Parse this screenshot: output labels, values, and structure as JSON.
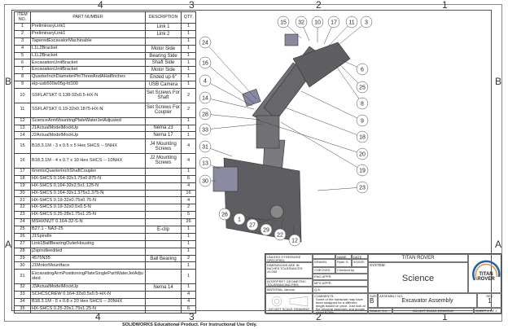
{
  "zones": {
    "top": [
      "4",
      "3",
      "2",
      "1"
    ],
    "bottom": [
      "4",
      "3",
      "2",
      "1"
    ],
    "left": [
      "B",
      "A"
    ],
    "right": [
      "B",
      "A"
    ]
  },
  "bom": {
    "headers": [
      "ITEM NO.",
      "PART NUMBER",
      "DESCRIPTION",
      "QTY."
    ],
    "rows": [
      [
        "1",
        "PreliminaryLink1",
        "Link 1",
        "1"
      ],
      [
        "2",
        "PreliminaryLink1",
        "Link 2",
        "1"
      ],
      [
        "3",
        "TaperedExcavatorMachinable",
        "",
        "1"
      ],
      [
        "4",
        "L1L2Bracket",
        "Motor Side",
        "1"
      ],
      [
        "5",
        "L1L2Bracket",
        "Bearing Side",
        "1"
      ],
      [
        "6",
        "ExcavationUnitBracket",
        "Shaft Side",
        "1"
      ],
      [
        "7",
        "ExcavationUnitBracket",
        "Motor Side",
        "1"
      ],
      [
        "8",
        "QuarterInchDiameterPinThreeAndAHalfInches",
        "Ended up 6\"",
        "1"
      ],
      [
        "9",
        "elp-usb500w05g-fd100",
        "USB Camera",
        "1"
      ],
      [
        "10",
        "SSFLATSKT 0.138-32x0.5-HX-N",
        "Set Screws For Shaft",
        "2"
      ],
      [
        "11",
        "SSFLATSKT 0.19-32x0.1875-HX-N",
        "Set Screws For Coupler",
        "2"
      ],
      [
        "12",
        "ScienceArmMountingPlateWaterJetAdjusted",
        "",
        "1"
      ],
      [
        "13",
        "J1ActualModelMockUp",
        "Nema 23",
        "1"
      ],
      [
        "14",
        "J2ActualModelMockUp",
        "Nema 17",
        "1"
      ],
      [
        "15",
        "B18.3.1M - 3 x 0.5 x 5 Hex SHCS -- 5NHX",
        "J4 Mounting Screws",
        "4"
      ],
      [
        "16",
        "B18.3.1M - 4 x 0.7 x 10 Hex SHCS -- 10NHX",
        "J2 Mounting Screws",
        "4"
      ],
      [
        "17",
        "6mmtoQuarterInchShaftCoupler",
        "",
        "1"
      ],
      [
        "18",
        "HX-SHCS 0.164-32x1.75x0.875-N",
        "",
        "6"
      ],
      [
        "19",
        "HX-SHCS 0.164-32x2.5x1.125-N",
        "",
        "4"
      ],
      [
        "20",
        "HX-SHCS 0.164-32x1.375x1.375-N",
        "",
        "16"
      ],
      [
        "21",
        "HX-SHCS 0.19-32x0.75x0.75-N",
        "",
        "4"
      ],
      [
        "22",
        "HX-SHCS 0.19-32x0.5x0.5-N",
        "",
        "2"
      ],
      [
        "23",
        "HX-SHCS 0.25-28x1.75x1.25-N",
        "",
        "5"
      ],
      [
        "24",
        "MSHXNUT 0.164-32-S-N",
        "",
        "26"
      ],
      [
        "25",
        "B27.1 - NA3-25",
        "E-clip",
        "1"
      ],
      [
        "26",
        "J1Spindle",
        "",
        "1"
      ],
      [
        "27",
        "Link1BallBearingOuterHousing",
        "",
        "1"
      ],
      [
        "28",
        "j2spindleedited",
        "",
        "1"
      ],
      [
        "29",
        "4575N35",
        "Ball Bearing",
        "2"
      ],
      [
        "30",
        "J1MotorMountface",
        "",
        "1"
      ],
      [
        "31",
        "ExcavatingArmPositioningPlateSinglePartWaterJetAdjusted",
        "",
        "1"
      ],
      [
        "32",
        "J3ActualModelMockUp",
        "Nema 14",
        "1"
      ],
      [
        "33",
        "SCHCSCREW 0.164-32x0.5x0.5-HX-N",
        "",
        "4"
      ],
      [
        "34",
        "B18.3.1M - 5 x 0.8 x 20 Hex SHCS -- 20NHX",
        "",
        "4"
      ],
      [
        "35",
        "HX-SHCS 0.25-20x1.75x1.25-N",
        "",
        "6"
      ]
    ]
  },
  "balloons": [
    "15",
    "32",
    "10",
    "17",
    "11",
    "3",
    "24",
    "16",
    "4",
    "14",
    "28",
    "33",
    "31",
    "13",
    "30",
    "6",
    "25",
    "8",
    "9",
    "18",
    "20",
    "19",
    "23",
    "26",
    "1",
    "27",
    "29",
    "22",
    "12"
  ],
  "footer": "SOLIDWORKS Educational Product. For Instructional Use Only.",
  "title_block": {
    "unless": "UNLESS OTHERWISE SPECIFIED:",
    "dims": "DIMENSIONS ARE IN INCHES TOLERANCES: ±0.005",
    "interpret": "INTERPRET GEOMETRIC TOLERANCING PER:",
    "material_label": "MATERIAL",
    "material": "Various",
    "dnsd": "DO NOT SCALE DRAWING",
    "name_h": "NAME",
    "date_h": "DATE",
    "drawn": "DRAWN",
    "drawn_name": "Ryan G.",
    "drawn_date": "3/15/20",
    "checked": "CHECKED",
    "checked_by": "Checked by",
    "eng": "ENG APPR.",
    "mfg": "MFG APPR.",
    "qa": "Q.A.",
    "comments": "COMMENTS:",
    "comment_text": "Some of the hardware may have been swapped for a different length based on price. Just look at the physical assembly and google sheet BOMs.",
    "company": "TITAN ROVER",
    "system_label": "SYSTEM:",
    "system": "Science",
    "size_label": "SIZE",
    "size": "B",
    "asm_label": "ASSEMBLY NO.",
    "asm": "Excavator Assembly",
    "rev_label": "REV",
    "rev": "1",
    "scale": "SCALE: 1:4",
    "do_not_scale": "DO NOT SCALE DRAWING",
    "sheet": "SHEET 1 OF 2",
    "logo_text": "TITAN ROVER"
  },
  "colors": {
    "logo_blue": "#1e5fb8",
    "logo_orange": "#f0902a",
    "part_gray": "#6d6d72"
  }
}
